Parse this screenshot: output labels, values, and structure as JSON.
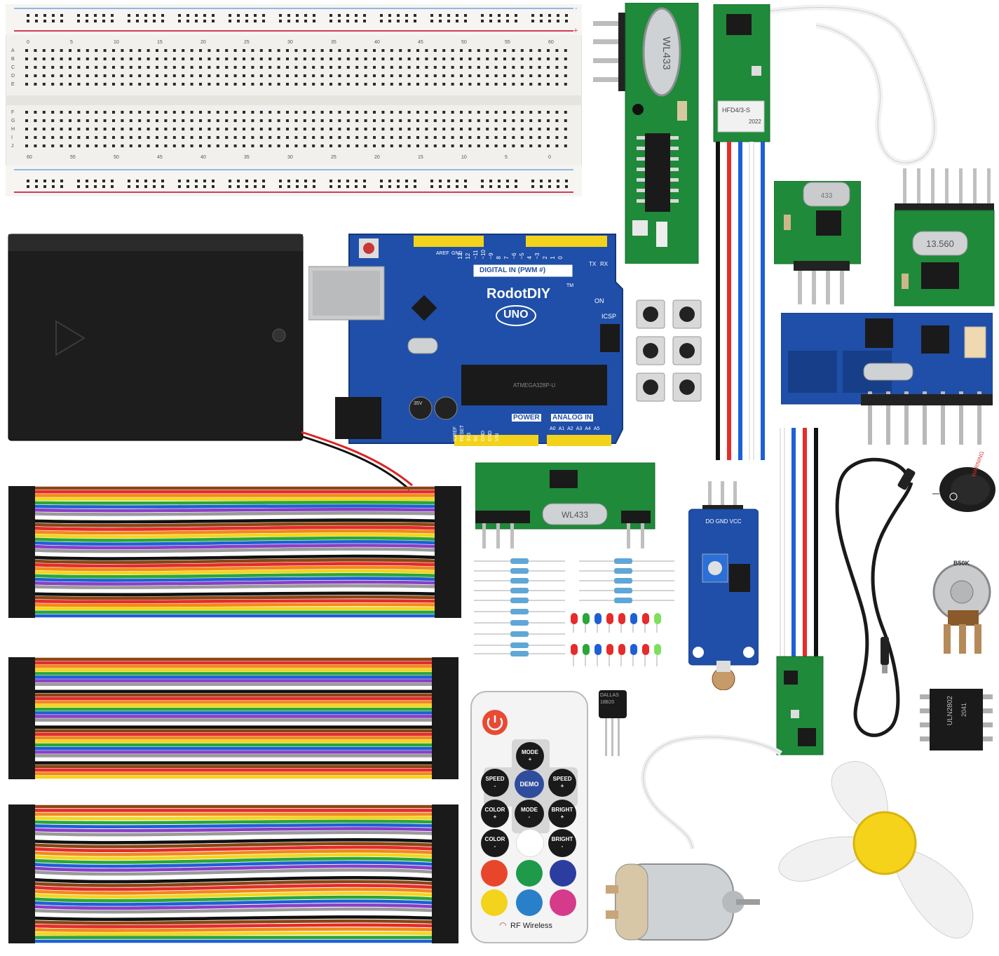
{
  "breadboard": {
    "col_numbers_top": [
      "0",
      "5",
      "10",
      "15",
      "20",
      "25",
      "30",
      "35",
      "40",
      "45",
      "50",
      "55",
      "60"
    ],
    "col_numbers_bottom": [
      "60",
      "55",
      "50",
      "45",
      "40",
      "35",
      "30",
      "25",
      "20",
      "15",
      "10",
      "5",
      "0"
    ],
    "row_letters_left_top": [
      "A",
      "B",
      "C",
      "D",
      "E"
    ],
    "row_letters_left_bottom": [
      "F",
      "G",
      "H",
      "I",
      "J"
    ],
    "plus": "+",
    "minus": "-"
  },
  "rx_module_top": {
    "crystal_label": "WL433"
  },
  "relay_module": {
    "relay_label": "HFD4/3-S",
    "year": "2022"
  },
  "tx_module_small": {
    "crystal_label": "433"
  },
  "rfid_module": {
    "crystal_label": "13.560"
  },
  "arduino": {
    "brand": "RodotDIY",
    "tm": "TM",
    "model": "UNO",
    "digital_label": "DIGITAL IN (PWM #)",
    "power_label": "POWER",
    "analog_label": "ANALOG IN",
    "on_label": "ON",
    "icsp_label": "ICSP",
    "tx_label": "TX",
    "rx_label": "RX",
    "aref_label": "AREF",
    "gnd_label": "GND",
    "pins_top": [
      "13",
      "12",
      "~11",
      "~10",
      "~9",
      "8",
      "7",
      "~6",
      "~5",
      "4",
      "~3",
      "2",
      "1",
      "0"
    ],
    "pins_bottom_power": [
      "IOREF",
      "RESET",
      "3V3",
      "5V",
      "GND",
      "GND",
      "VIN"
    ],
    "pins_bottom_analog": [
      "A0",
      "A1",
      "A2",
      "A3",
      "A4",
      "A5"
    ],
    "cap_label": "35V",
    "chip_label": "ATMEGA328P-U"
  },
  "wl433_module": {
    "crystal_label": "WL433"
  },
  "ldr_module": {
    "pin_labels": "DO GND VCC"
  },
  "potentiometer": {
    "label": "B50K"
  },
  "buzzer": {
    "label": "WARNING"
  },
  "uln_chip": {
    "label": "ULN2802",
    "code": "2041"
  },
  "ds18b20": {
    "line1": "DALLAS",
    "line2": "18B20"
  },
  "remote": {
    "mode_plus": "MODE",
    "speed_minus": "SPEED",
    "demo": "DEMO",
    "speed_plus": "SPEED",
    "color_plus": "COLOR",
    "mode_minus": "MODE",
    "bright_plus": "BRIGHT",
    "color_minus": "COLOR",
    "bright_minus": "BRIGHT",
    "plus": "+",
    "minus": "-",
    "footer": "RF Wireless"
  },
  "colors": {
    "pcb_blue": "#1f4fa8",
    "pcb_green": "#1f8a3a",
    "header_yellow": "#f3d21b",
    "wire_palette": [
      "#8b4513",
      "#e52b2b",
      "#f08a1c",
      "#f5d51c",
      "#2aa63a",
      "#1f5fd6",
      "#8a3fc4",
      "#9a9a9a",
      "#ffffff",
      "#111111"
    ]
  }
}
